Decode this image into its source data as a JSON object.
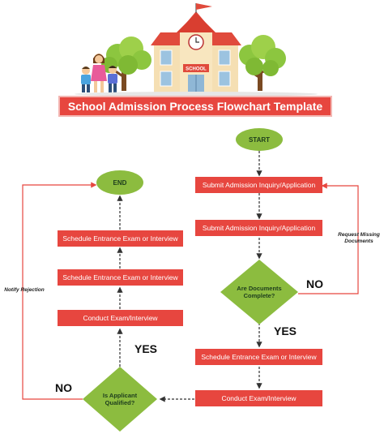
{
  "title": "School Admission Process Flowchart Template",
  "school_sign": "SCHOOL",
  "nodes": {
    "start": "START",
    "end": "END",
    "submit_1": "Submit Admission Inquiry/Application",
    "submit_2": "Submit Admission Inquiry/Application",
    "documents_complete": "Are Documents Complete?",
    "schedule_right": "Schedule Entrance Exam or Interview",
    "conduct_right": "Conduct Exam/Interview",
    "applicant_qualified": "Is Applicant Qualified?",
    "conduct_left": "Conduct Exam/Interview",
    "schedule_left_lower": "Schedule Entrance Exam or Interview",
    "schedule_left_upper": "Schedule Entrance Exam or Interview"
  },
  "labels": {
    "no_documents": "NO",
    "yes_documents": "YES",
    "yes_qualified": "YES",
    "no_qualified": "NO",
    "request_missing": "Request Missing Documents",
    "notify_rejection": "Notify Rejection"
  },
  "colors": {
    "process": "#e7463f",
    "decision": "#8cbc3f",
    "connector": "#333333"
  }
}
